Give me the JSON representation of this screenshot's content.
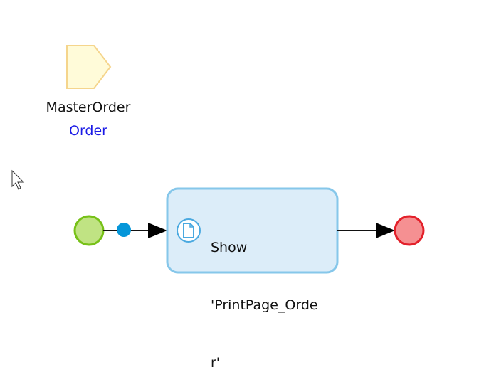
{
  "parameter": {
    "name": "MasterOrder",
    "type": "Order"
  },
  "action": {
    "lines": [
      "Show",
      "'PrintPage_Orde",
      "r'"
    ]
  },
  "colors": {
    "parameter_fill": "#fffbd9",
    "parameter_stroke": "#f5d58c",
    "start_fill": "#c0e383",
    "start_stroke": "#77c118",
    "end_fill": "#f59092",
    "end_stroke": "#e3202a",
    "activity_fill": "#dcedf9",
    "activity_stroke": "#86c7ea",
    "connector_dot": "#0596d9",
    "type_text": "#1a1ae6"
  },
  "icons": {
    "cursor": "mouse-pointer-icon",
    "activity": "document-icon"
  }
}
